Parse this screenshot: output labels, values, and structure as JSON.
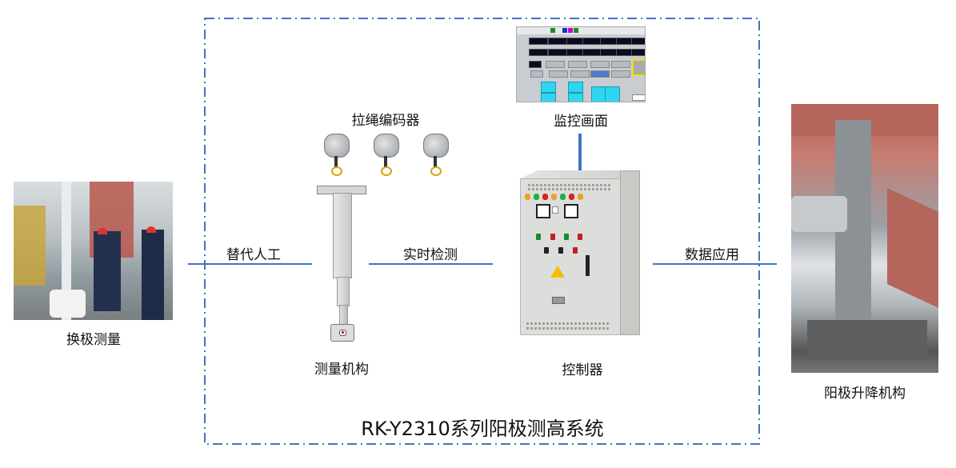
{
  "diagram": {
    "title": "RK-Y2310系列阳极测高系统",
    "nodes": {
      "manual_measure": {
        "label": "换极测量",
        "image": "photo-workers-measuring"
      },
      "encoders": {
        "label": "拉绳编码器",
        "count": 3,
        "image": "draw-wire-encoder"
      },
      "mechanism": {
        "label": "测量机构",
        "image": "telescopic-measuring-rod"
      },
      "monitor": {
        "label": "监控画面",
        "image": "hmi-monitoring-screen"
      },
      "controller": {
        "label": "控制器",
        "image": "electrical-control-cabinet"
      },
      "anode_lift": {
        "label": "阳极升降机构",
        "image": "photo-anode-lifting-mechanism"
      }
    },
    "edges": [
      {
        "from": "manual_measure",
        "to": "mechanism",
        "label": "替代人工"
      },
      {
        "from": "mechanism",
        "to": "controller",
        "label": "实时检测"
      },
      {
        "from": "controller",
        "to": "anode_lift",
        "label": "数据应用"
      },
      {
        "from": "controller",
        "to": "monitor",
        "label": ""
      }
    ],
    "colors": {
      "connector": "#4472c4",
      "frame_border": "#4472c4",
      "text": "#111111"
    },
    "frame_style": "dash-dot"
  }
}
